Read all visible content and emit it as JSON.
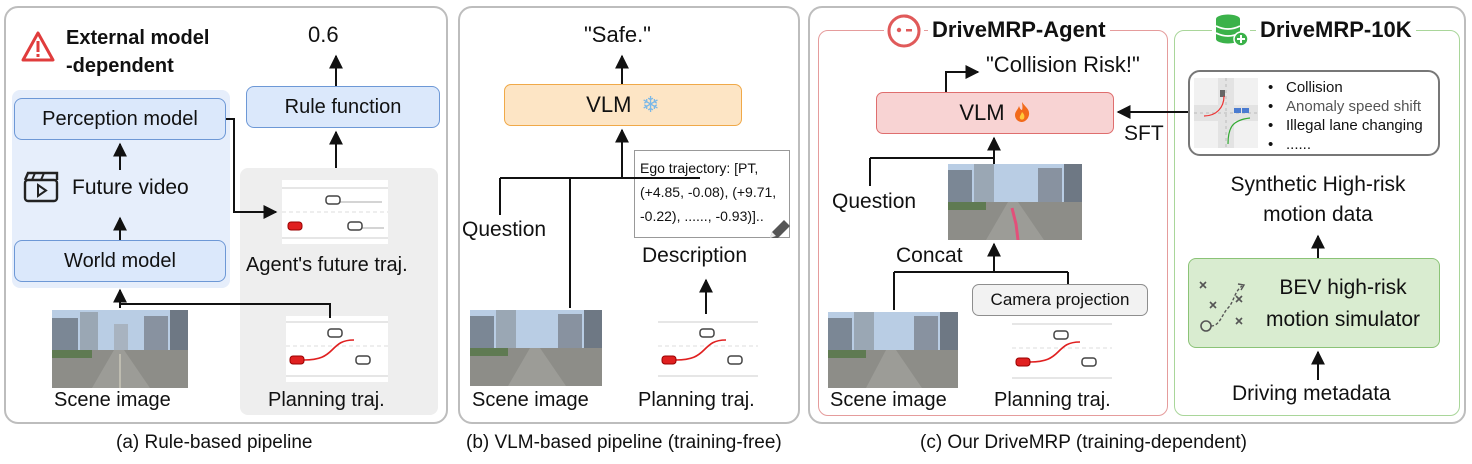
{
  "panel_a": {
    "external_title": "External model\n-dependent",
    "output_value": "0.6",
    "perception_model": "Perception model",
    "rule_function": "Rule function",
    "future_video": "Future video",
    "world_model": "World model",
    "agent_future": "Agent's future traj.",
    "scene_image": "Scene image",
    "planning_traj": "Planning traj.",
    "caption": "(a) Rule-based pipeline"
  },
  "panel_b": {
    "output": "\"Safe.\"",
    "vlm": "VLM",
    "question": "Question",
    "ego_trajectory": "Ego trajectory: [PT,\n(+4.85, -0.08), (+9.71,\n-0.22), ......, -0.93)]..",
    "description": "Description",
    "scene_image": "Scene image",
    "planning_traj": "Planning traj.",
    "caption": "(b)  VLM-based pipeline (training-free)"
  },
  "panel_c": {
    "agent_title": "DriveMRP-Agent",
    "dataset_title": "DriveMRP-10K",
    "output": "\"Collision Risk!\"",
    "vlm": "VLM",
    "sft": "SFT",
    "question": "Question",
    "concat": "Concat",
    "camera_projection": "Camera projection",
    "scene_image": "Scene image",
    "planning_traj": "Planning traj.",
    "risk_list": [
      "Collision",
      "Anomaly speed shift",
      "Illegal lane changing",
      "......"
    ],
    "synthetic_data": "Synthetic High-risk\nmotion data",
    "simulator": "BEV high-risk\nmotion simulator",
    "driving_metadata": "Driving metadata",
    "caption": "(c) Our DriveMRP (training-dependent)"
  },
  "colors": {
    "blue_fill": "#dbe8fb",
    "orange_fill": "#fde5c5",
    "red_fill": "#f8d3d3",
    "green_fill": "#d9ecd0",
    "warning_red": "#e03c3c",
    "database_green": "#3bb24a"
  },
  "icons": [
    "warning-icon",
    "video-clapper-icon",
    "snowflake-icon",
    "pencil-icon",
    "fire-icon",
    "agent-logo-icon",
    "database-icon",
    "bev-simulator-icon"
  ]
}
